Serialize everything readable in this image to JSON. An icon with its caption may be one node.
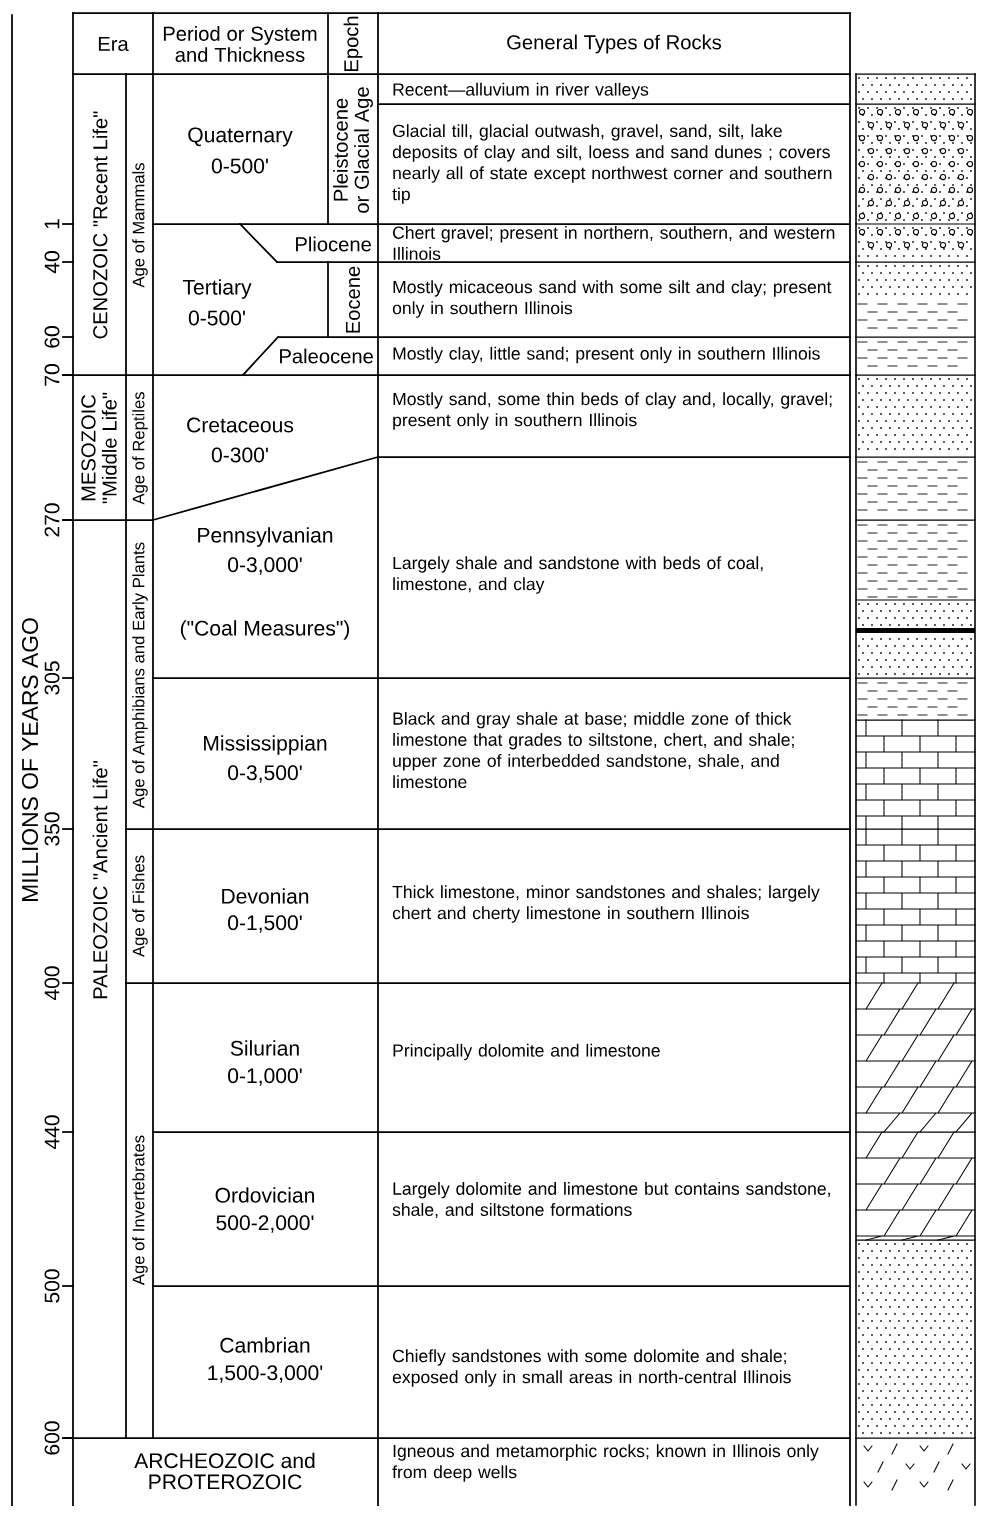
{
  "diagram": {
    "labels": [
      "MILLIONS OF YEARS AGO",
      "Era",
      "Period or System and Thickness",
      "Epoch",
      "General Types of Rocks",
      "CENOZOIC \"Recent Life\"",
      "Age of Mammals",
      "Quaternary",
      "0-500'",
      "Pleistocene or Glacial Age",
      "Recent—alluvium in river valleys",
      "Glacial till, glacial outwash, gravel, sand, silt, lake deposits of clay and silt, loess and sand dunes ; covers nearly all of state except northwest corner and southern tip",
      "Pliocene",
      "Chert gravel; present in northern, southern, and western Illinois",
      "Tertiary",
      "0-500'",
      "Eocene",
      "Mostly micaceous sand with some silt and clay; present only in southern Illinois",
      "Paleocene",
      "Mostly clay, little sand; present only in southern Illinois",
      "MESOZOIC \"Middle Life\"",
      "Age of Reptiles",
      "Cretaceous",
      "0-300'",
      "Mostly sand, some thin beds of clay and, locally, gravel; present only in southern Illinois",
      "PALEOZOIC \"Ancient Life\"",
      "Age of Amphibians and Early Plants",
      "Pennsylvanian",
      "0-3,000'",
      "(\"Coal Measures\")",
      "Largely shale and sandstone with beds of coal, limestone, and clay",
      "Mississippian",
      "0-3,500'",
      "Black and gray shale at base; middle zone of thick limestone that grades to siltstone, chert, and shale; upper zone of interbedded sandstone, shale, and limestone",
      "Age of Fishes",
      "Devonian",
      "0-1,500'",
      "Thick limestone, minor sandstones and shales; largely chert and cherty limestone in southern Illinois",
      "Age of Invertebrates",
      "Silurian",
      "0-1,000'",
      "Principally dolomite and limestone",
      "Ordovician",
      "500-2,000'",
      "Largely dolomite and limestone but contains sandstone, shale, and siltstone formations",
      "Cambrian",
      "1,500-3,000'",
      "Chiefly sandstones with some dolomite and shale; exposed only in small areas in north-central Illinois",
      "ARCHEOZOIC and PROTEROZOIC",
      "Igneous and metamorphic rocks; known in Illinois only from deep wells",
      "1",
      "40",
      "60",
      "70",
      "270",
      "305",
      "350",
      "400",
      "440",
      "500",
      "600"
    ]
  }
}
